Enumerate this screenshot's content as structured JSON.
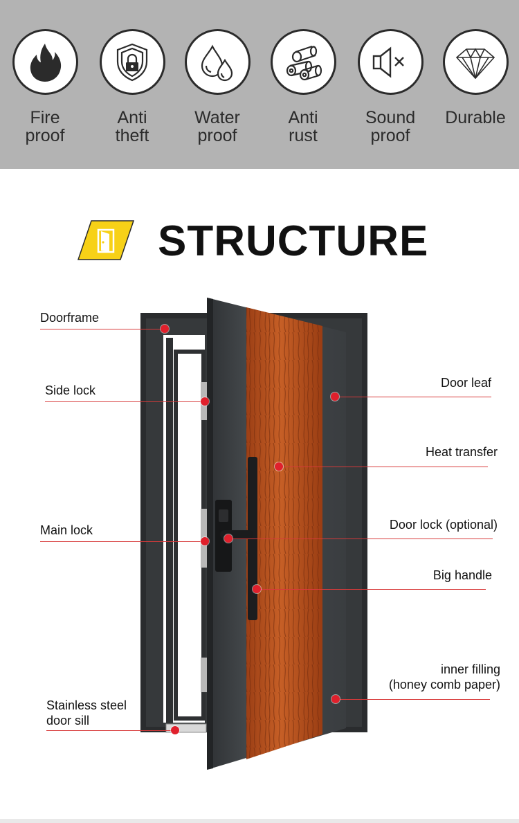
{
  "features": [
    {
      "id": "fire",
      "icon": "fire-icon",
      "line1": "Fire",
      "line2": "proof"
    },
    {
      "id": "theft",
      "icon": "shield-lock-icon",
      "line1": "Anti",
      "line2": "theft"
    },
    {
      "id": "water",
      "icon": "water-drops-icon",
      "line1": "Water",
      "line2": "proof"
    },
    {
      "id": "rust",
      "icon": "pipes-icon",
      "line1": "Anti",
      "line2": "rust"
    },
    {
      "id": "sound",
      "icon": "speaker-mute-icon",
      "line1": "Sound",
      "line2": "proof"
    },
    {
      "id": "durable",
      "icon": "diamond-icon",
      "line1": "Durable",
      "line2": ""
    }
  ],
  "title": {
    "text": "STRUCTURE",
    "icon": "door-icon"
  },
  "callouts": [
    {
      "id": "doorframe",
      "line1": "Doorframe",
      "line2": ""
    },
    {
      "id": "side-lock",
      "line1": "Side lock",
      "line2": ""
    },
    {
      "id": "main-lock",
      "line1": "Main lock",
      "line2": ""
    },
    {
      "id": "door-sill",
      "line1": "Stainless steel",
      "line2": "door sill"
    },
    {
      "id": "door-leaf",
      "line1": "Door leaf",
      "line2": ""
    },
    {
      "id": "heat-transfer",
      "line1": "Heat transfer",
      "line2": ""
    },
    {
      "id": "door-lock",
      "line1": "Door lock (optional)",
      "line2": ""
    },
    {
      "id": "big-handle",
      "line1": "Big handle",
      "line2": ""
    },
    {
      "id": "inner-filling",
      "line1": "inner filling",
      "line2": "(honey comb paper)"
    }
  ],
  "colors": {
    "banner": "#b3b3b3",
    "icon_stroke": "#2b2b2b",
    "accent_yellow": "#f7d117",
    "callout_red": "#e0202c",
    "door_gray": "#3d4043",
    "wood": "#b5521f"
  }
}
